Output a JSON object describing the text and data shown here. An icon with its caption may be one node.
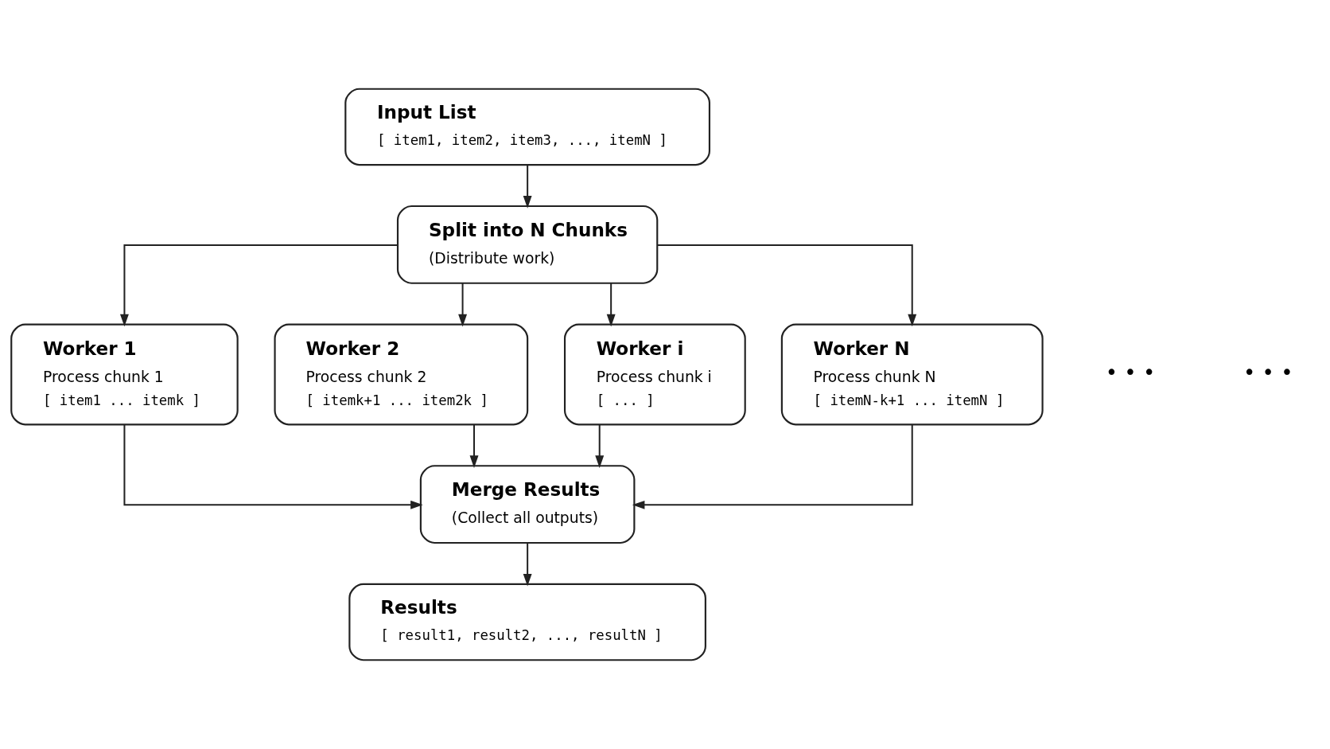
{
  "diagram": {
    "nodes": [
      {
        "text": [
          "Input List",
          "[ item1, item2, item3, ..., itemN ]"
        ]
      },
      {
        "text": [
          "Split into N Chunks",
          "(Distribute work)"
        ]
      },
      {
        "text": [
          "Worker 1",
          "Process chunk 1",
          "[ item1 ... itemk ]"
        ]
      },
      {
        "text": [
          "Worker 2",
          "Process chunk 2",
          "[ itemk+1 ... item2k ]"
        ]
      },
      {
        "text": [
          "Worker i",
          "Process chunk i",
          "[ ... ]"
        ]
      },
      {
        "text": [
          "Worker N",
          "Process chunk N",
          "[ itemN-k+1 ... itemN ]"
        ]
      },
      {
        "text": [
          "Merge Results",
          "(Collect all outputs)"
        ]
      },
      {
        "text": [
          "Results",
          "[ result1, result2, ..., resultN ]"
        ]
      }
    ],
    "edges": [
      {
        "from": 0,
        "to": 1,
        "arrow": "to"
      },
      {
        "from": 1,
        "to": 2,
        "arrow": "to"
      },
      {
        "from": 1,
        "to": 3,
        "arrow": "to"
      },
      {
        "from": 1,
        "to": 4,
        "arrow": "to"
      },
      {
        "from": 1,
        "to": 5,
        "arrow": "to"
      },
      {
        "from": 2,
        "to": 6,
        "arrow": "to"
      },
      {
        "from": 3,
        "to": 6,
        "arrow": "to"
      },
      {
        "from": 4,
        "to": 6,
        "arrow": "to"
      },
      {
        "from": 5,
        "to": 6,
        "arrow": "to"
      },
      {
        "from": 6,
        "to": 7,
        "arrow": "to"
      }
    ],
    "labels": [
      "• • •",
      "• • •"
    ]
  }
}
